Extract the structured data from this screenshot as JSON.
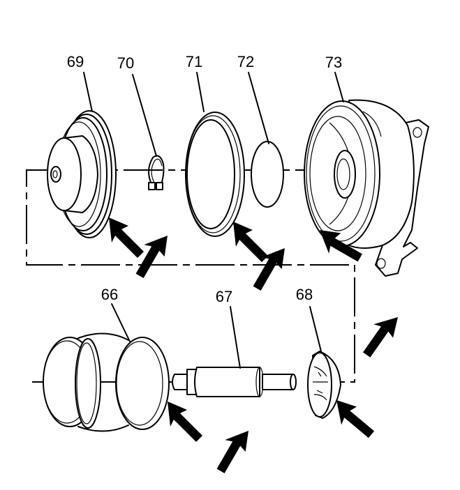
{
  "callouts": {
    "c66": "66",
    "c67": "67",
    "c68": "68",
    "c69": "69",
    "c70": "70",
    "c71": "71",
    "c72": "72",
    "c73": "73"
  },
  "colors": {
    "ink": "#000000",
    "paper": "#ffffff"
  }
}
